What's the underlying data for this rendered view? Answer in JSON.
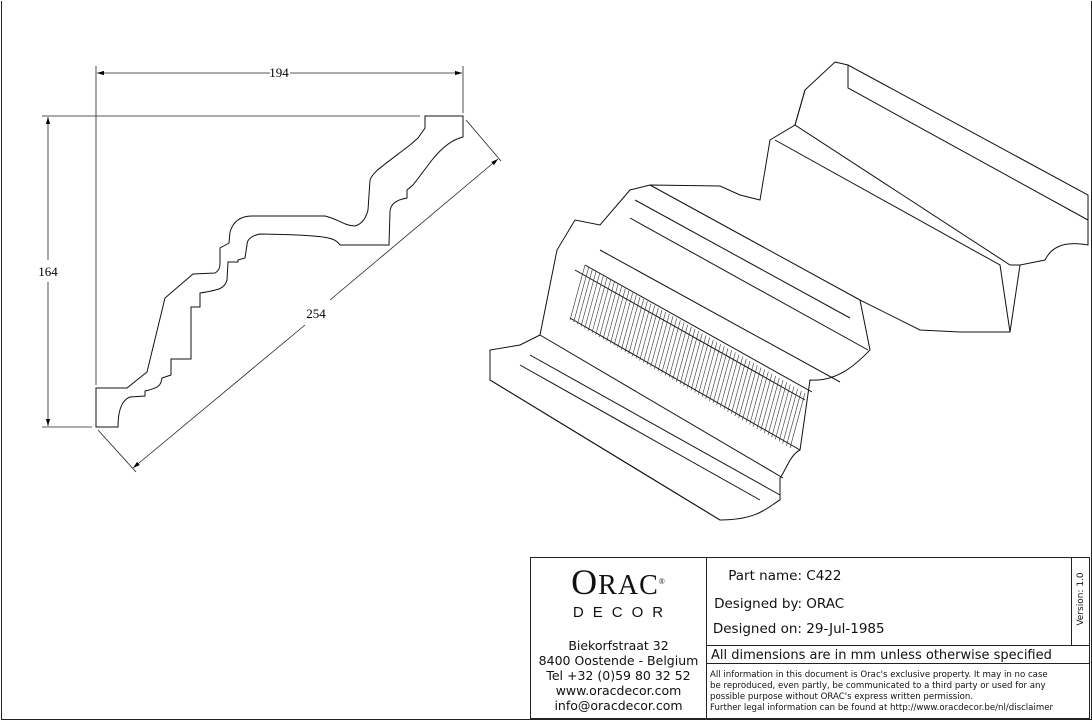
{
  "dimensions": {
    "width": "194",
    "height": "164",
    "diagonal": "254"
  },
  "title_block": {
    "logo_main": "ORAC",
    "logo_sub": "DECOR",
    "address": [
      "Biekorfstraat 32",
      "8400 Oostende - Belgium",
      "Tel  +32 (0)59 80 32 52",
      "www.oracdecor.com",
      "info@oracdecor.com"
    ],
    "part_name_label": "Part name:",
    "part_name": "C422",
    "designed_by_label": "Designed by:",
    "designed_by": "ORAC",
    "designed_on_label": "Designed on:",
    "designed_on": "29-Jul-1985",
    "version": "Version: 1.0",
    "units_note": "All dimensions are in mm unless otherwise specified",
    "legal": [
      "All information in this document is Orac's exclusive property.  It may in no case",
      "be reproduced, even partly, be communicated to a third party or used for any",
      "possible purpose without ORAC's express written permission.",
      "Further legal information can be found at http://www.oracdecor.be/nl/disclaimer"
    ]
  }
}
